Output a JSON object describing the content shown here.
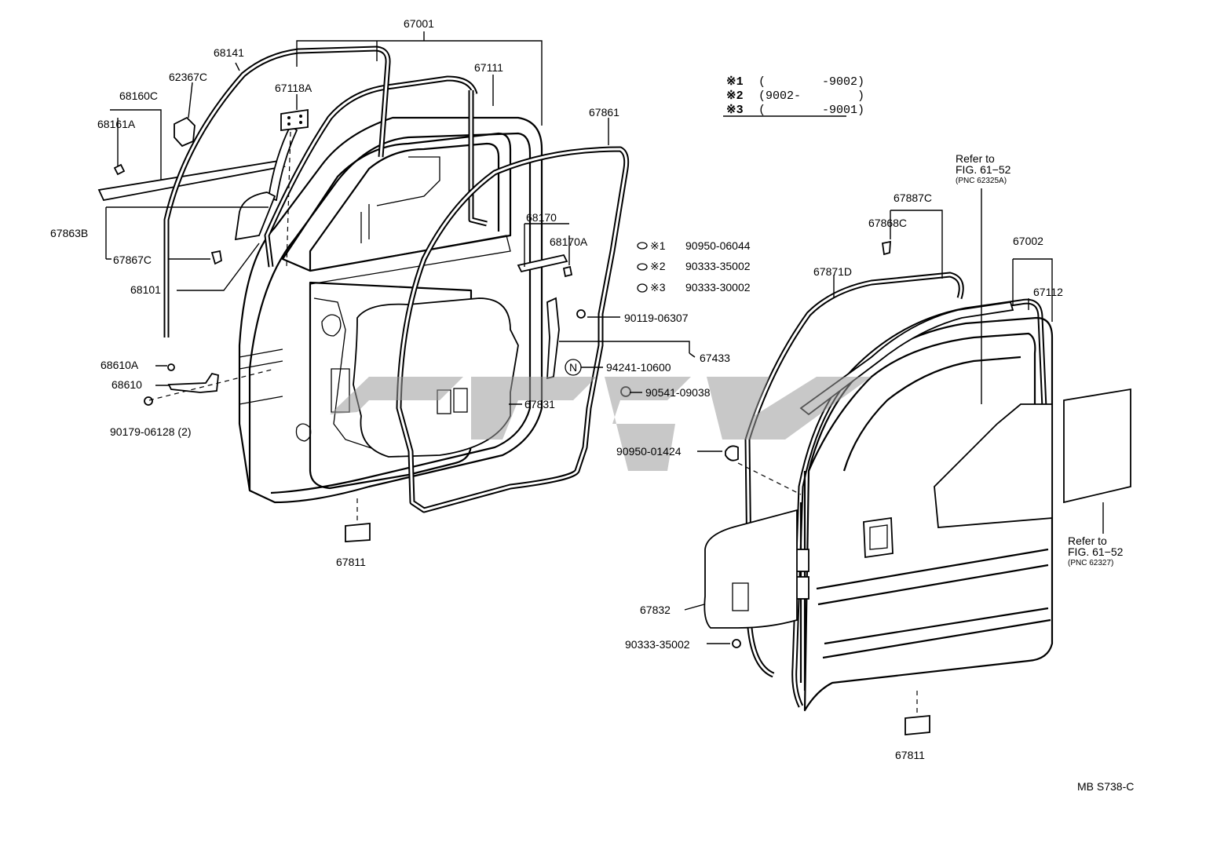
{
  "labels": {
    "l67001": "67001",
    "l68141": "68141",
    "l62367c": "62367C",
    "l67118a": "67118A",
    "l67111": "67111",
    "l68160c": "68160C",
    "l68161a": "68161A",
    "l67863b": "67863B",
    "l67867c": "67867C",
    "l68101": "68101",
    "l68610a": "68610A",
    "l68610": "68610",
    "l90179": "90179-06128 (2)",
    "l67811a": "67811",
    "l67861": "67861",
    "l68170": "68170",
    "l68170a": "68170A",
    "l90119": "90119-06307",
    "l67433": "67433",
    "l94241": "94241-10600",
    "l90541": "90541-09038",
    "l67831": "67831",
    "l90950_01424": "90950-01424",
    "l90950_06044": "90950-06044",
    "l90333_35002a": "90333-35002",
    "l90333_30002": "90333-30002",
    "l67887c": "67887C",
    "l67868c": "67868C",
    "l67871d": "67871D",
    "l67002": "67002",
    "l67112": "67112",
    "l67832": "67832",
    "l90333_35002b": "90333-35002",
    "l67811b": "67811",
    "ref1_line1": "Refer to",
    "ref1_line2": "FIG. 61−52",
    "ref1_line3": "(PNC 62325A)",
    "ref2_line1": "Refer to",
    "ref2_line2": "FIG. 61−52",
    "ref2_line3": "(PNC 62327)",
    "n_badge": "N",
    "mark1": "※1",
    "mark2": "※2",
    "mark3": "※3",
    "footer_code": "MB S738-C"
  },
  "legend": [
    {
      "mark": "※1",
      "range": "(        -9002)"
    },
    {
      "mark": "※2",
      "range": "(9002-        )"
    },
    {
      "mark": "※3",
      "range": "(        -9001)"
    }
  ],
  "icons": {
    "watermark": "watermark-logo-icon",
    "n_symbol": "n-circle-icon"
  }
}
